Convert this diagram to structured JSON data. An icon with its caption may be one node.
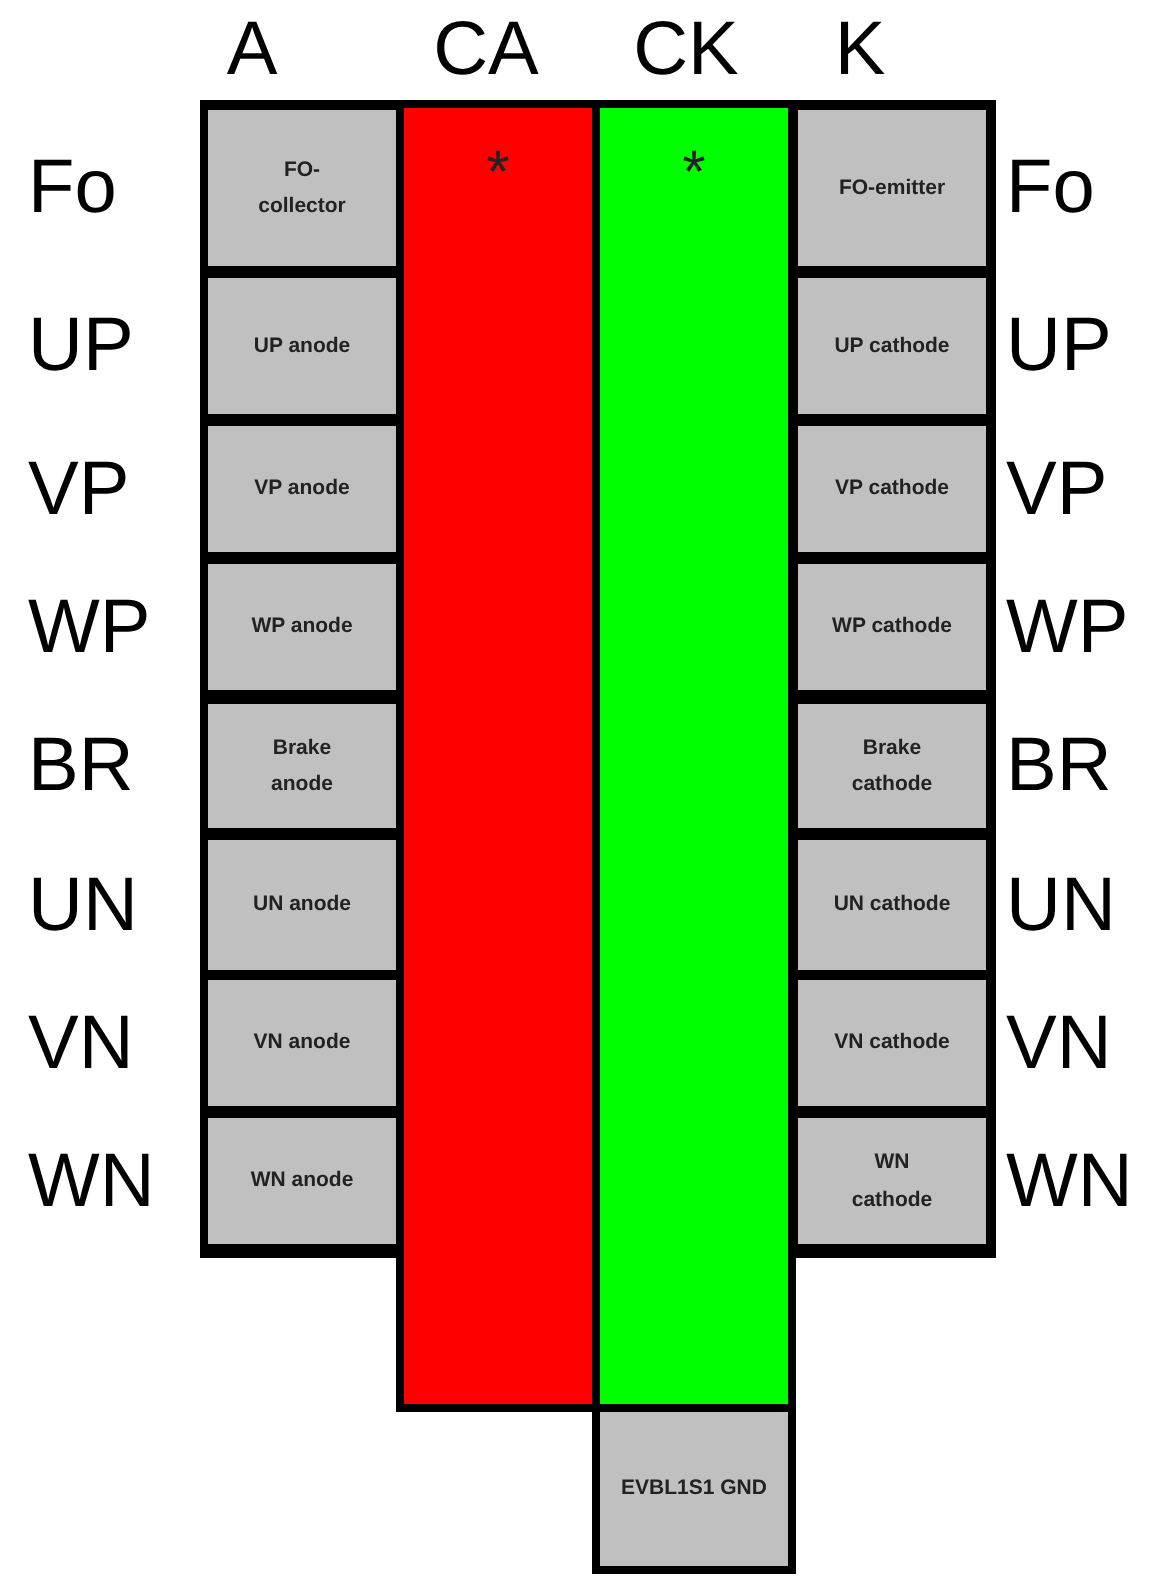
{
  "diagram": {
    "nodes": [
      {
        "text": [
          "FO-collector"
        ]
      },
      {
        "text": [
          "*"
        ]
      },
      {
        "text": [
          "*"
        ]
      },
      {
        "text": [
          "FO-emitter"
        ]
      },
      {
        "text": [
          "UP anode"
        ]
      },
      {
        "text": [
          "UP cathode"
        ]
      },
      {
        "text": [
          "VP anode"
        ]
      },
      {
        "text": [
          "VP cathode"
        ]
      },
      {
        "text": [
          "WP anode"
        ]
      },
      {
        "text": [
          "WP cathode"
        ]
      },
      {
        "text": [
          "Brake anode"
        ]
      },
      {
        "text": [
          "Brake cathode"
        ]
      },
      {
        "text": [
          "UN anode"
        ]
      },
      {
        "text": [
          "UN cathode"
        ]
      },
      {
        "text": [
          "VN anode"
        ]
      },
      {
        "text": [
          "VN cathode"
        ]
      },
      {
        "text": [
          "WN anode"
        ]
      },
      {
        "text": [
          "WN cathode"
        ]
      },
      {
        "text": [
          "EVBL1S1 GND"
        ]
      }
    ],
    "labels": [
      "A",
      "CA",
      "CK",
      "K",
      "Fo",
      "Fo",
      "UP",
      "UP",
      "VP",
      "VP",
      "WP",
      "WP",
      "BR",
      "BR",
      "UN",
      "UN",
      "VN",
      "VN",
      "WN",
      "WN"
    ]
  }
}
